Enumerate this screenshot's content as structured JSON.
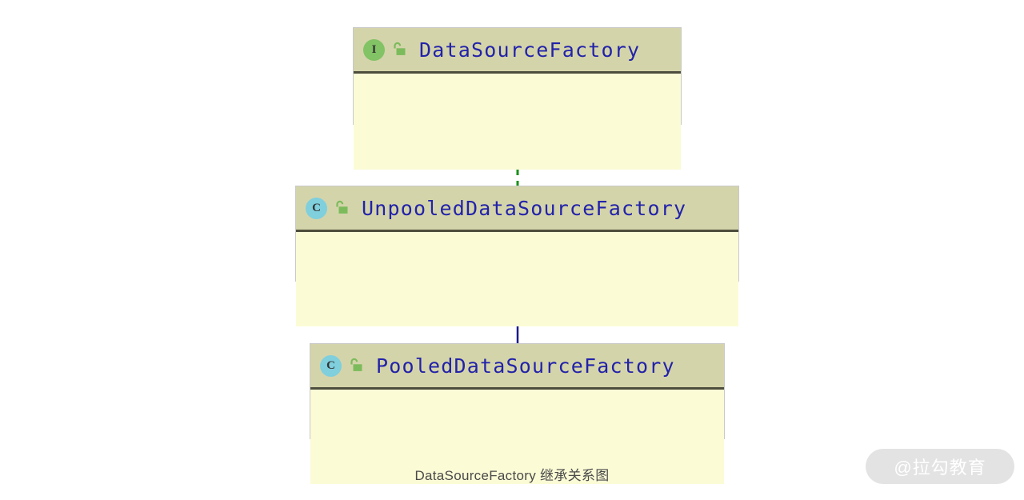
{
  "diagram": {
    "type": "uml-class-diagram",
    "caption": "DataSourceFactory 继承关系图",
    "background_color": "#ffffff",
    "classes": [
      {
        "name": "DataSourceFactory",
        "stereotype_letter": "I",
        "stereotype_kind": "interface",
        "stereotype_color": "#82c365",
        "visibility_icon": "unlocked-padlock-icon",
        "visibility": "public",
        "header_color": "#d4d4aa",
        "body_color": "#fbfbd6",
        "title_color": "#2222aa",
        "members": []
      },
      {
        "name": "UnpooledDataSourceFactory",
        "stereotype_letter": "C",
        "stereotype_kind": "class",
        "stereotype_color": "#7fcfdd",
        "visibility_icon": "unlocked-padlock-icon",
        "visibility": "public",
        "header_color": "#d4d4aa",
        "body_color": "#fbfbd6",
        "title_color": "#2222aa",
        "members": []
      },
      {
        "name": "PooledDataSourceFactory",
        "stereotype_letter": "C",
        "stereotype_kind": "class",
        "stereotype_color": "#7fcfdd",
        "visibility_icon": "unlocked-padlock-icon",
        "visibility": "public",
        "header_color": "#d4d4aa",
        "body_color": "#fbfbd6",
        "title_color": "#2222aa",
        "members": []
      }
    ],
    "relations": [
      {
        "kind": "realization",
        "from": "UnpooledDataSourceFactory",
        "to": "DataSourceFactory",
        "line_style": "dashed",
        "color": "#1a8f1a",
        "arrow_head": "filled-triangle"
      },
      {
        "kind": "generalization",
        "from": "PooledDataSourceFactory",
        "to": "UnpooledDataSourceFactory",
        "line_style": "solid",
        "color": "#1a1a8c",
        "arrow_head": "filled-triangle"
      }
    ]
  },
  "watermark": {
    "text": "@拉勾教育",
    "pill_color": "#e3e3e3",
    "text_color": "#ffffff"
  }
}
